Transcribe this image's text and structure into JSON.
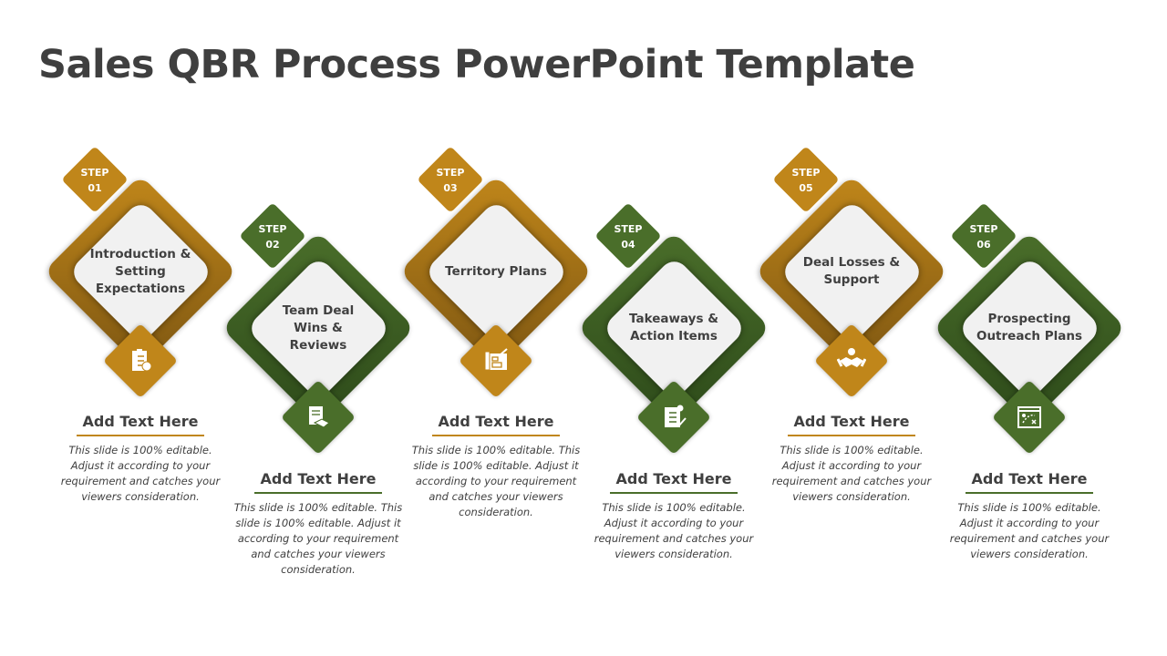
{
  "title": "Sales QBR Process PowerPoint Template",
  "colors": {
    "gold": "#C0861A",
    "gold_dark": "#7E5712",
    "green": "#4A6E2A",
    "green_dark": "#2D4A1A"
  },
  "steps": [
    {
      "step_label": "STEP",
      "number": "01",
      "name": "Introduction & Setting Expectations",
      "icon": "checklist-icon",
      "heading": "Add Text Here",
      "body": "This slide is 100% editable. Adjust it according to your requirement and catches your viewers consideration.",
      "theme": "gold"
    },
    {
      "step_label": "STEP",
      "number": "02",
      "name": "Team Deal Wins & Reviews",
      "icon": "contract-handshake-icon",
      "heading": "Add Text Here",
      "body": "This slide is 100% editable. This slide is 100% editable. Adjust it according to your requirement and catches your viewers consideration.",
      "theme": "green"
    },
    {
      "step_label": "STEP",
      "number": "03",
      "name": "Territory Plans",
      "icon": "blueprint-icon",
      "heading": "Add Text Here",
      "body": "This slide is 100% editable. This slide is 100% editable. Adjust it according to your requirement and catches your viewers consideration.",
      "theme": "gold"
    },
    {
      "step_label": "STEP",
      "number": "04",
      "name": "Takeaways & Action Items",
      "icon": "task-list-icon",
      "heading": "Add Text Here",
      "body": "This slide is 100% editable. Adjust it according to your requirement and catches your viewers consideration.",
      "theme": "green"
    },
    {
      "step_label": "STEP",
      "number": "05",
      "name": "Deal Losses & Support",
      "icon": "handshake-icon",
      "heading": "Add Text Here",
      "body": "This slide is 100% editable. Adjust it according to your requirement and catches your viewers consideration.",
      "theme": "gold"
    },
    {
      "step_label": "STEP",
      "number": "06",
      "name": "Prospecting Outreach Plans",
      "icon": "strategy-board-icon",
      "heading": "Add Text Here",
      "body": "This slide is 100% editable. Adjust it according to your requirement and catches your viewers consideration.",
      "theme": "green"
    }
  ]
}
